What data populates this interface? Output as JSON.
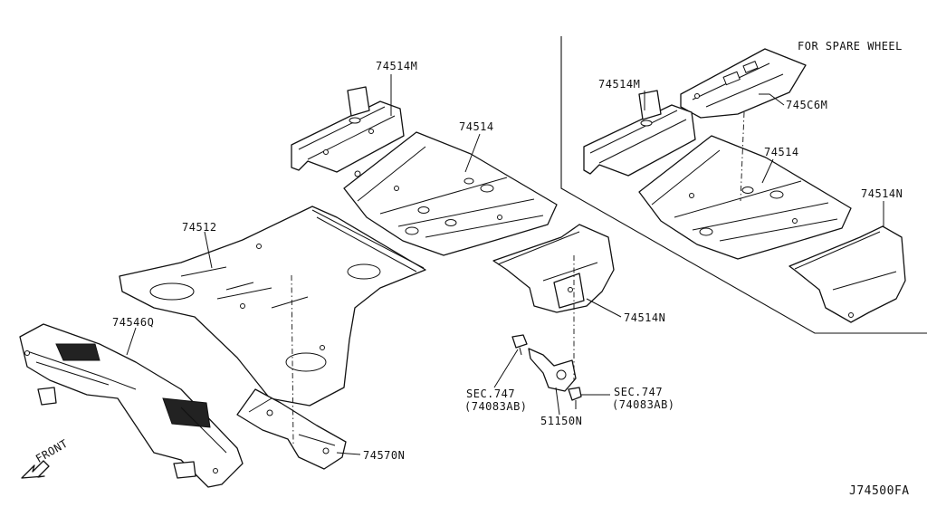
{
  "header_note": "FOR SPARE WHEEL",
  "diagram_code": "J74500FA",
  "front_label": "FRONT",
  "parts": {
    "p74514M_left": "74514M",
    "p74514_left": "74514",
    "p74512": "74512",
    "p74546Q": "74546Q",
    "p74570N": "74570N",
    "p74514N_left": "74514N",
    "sec747_a_line1": "SEC.747",
    "sec747_a_line2": "(74083AB)",
    "p51150N": "51150N",
    "sec747_b_line1": "SEC.747",
    "sec747_b_line2": "(74083AB)",
    "p74514M_right": "74514M",
    "p745C6M": "745C6M",
    "p74514_right": "74514",
    "p74514N_right": "74514N"
  }
}
